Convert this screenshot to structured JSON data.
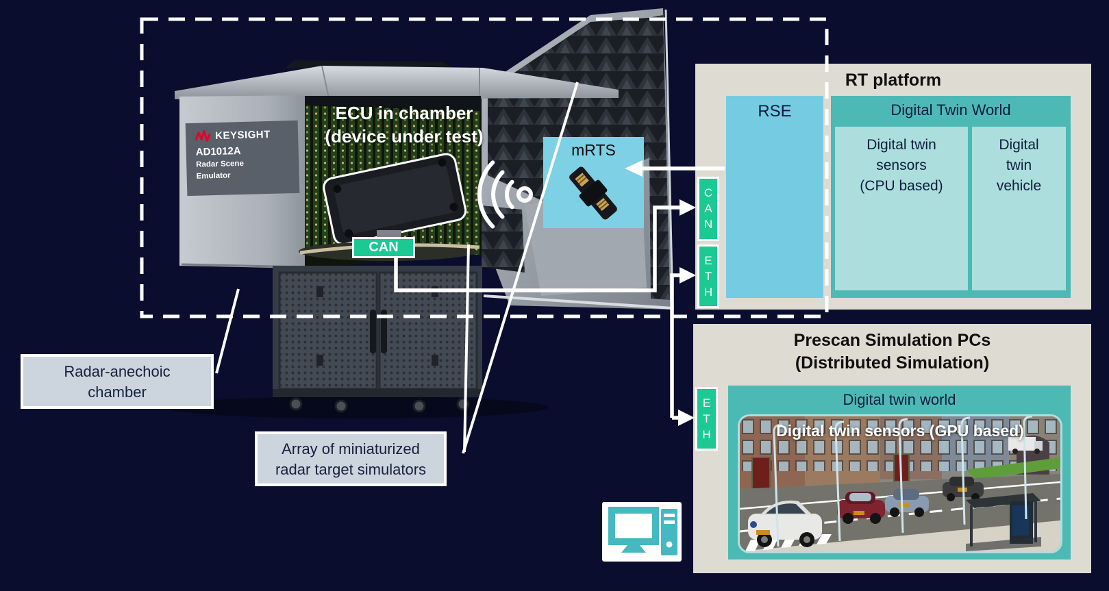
{
  "bg_color": "#0a0d2d",
  "colors": {
    "green": "#1cc993",
    "teal": "#4db9b5",
    "light_teal": "#abdedc",
    "rse_blue": "#75cce2",
    "mrts_blue": "#7ed0e4",
    "panel_beige": "#dedcd2",
    "callout_gray": "#ccd5de",
    "navy_text": "#0e1b3d",
    "keysight_red": "#e90029",
    "icon_teal": "#45b8c0"
  },
  "chamber": {
    "brand": "KEYSIGHT",
    "model": "AD1012A",
    "product": [
      "Radar Scene",
      "Emulator"
    ],
    "overlay_title": [
      "ECU in chamber",
      "(device under test)"
    ],
    "can_tag": "CAN"
  },
  "mrts": {
    "label": "mRTS"
  },
  "callout_labels": {
    "chamber_label": [
      "Radar-anechoic",
      "chamber"
    ],
    "array_label": [
      "Array of miniaturized",
      "radar target simulators"
    ]
  },
  "rt_platform": {
    "title": "RT platform",
    "rse": "RSE",
    "digital_twin_world": "Digital Twin World",
    "sensors_cpu": [
      "Digital twin",
      "sensors",
      "(CPU based)"
    ],
    "vehicle": [
      "Digital",
      "twin",
      "vehicle"
    ],
    "can_port": [
      "C",
      "A",
      "N"
    ],
    "eth_port": [
      "E",
      "T",
      "H"
    ]
  },
  "prescan": {
    "title": [
      "Prescan Simulation PCs",
      "(Distributed Simulation)"
    ],
    "digital_twin_world": "Digital twin world",
    "sensors_gpu": "Digital twin sensors (GPU based)",
    "eth_port": [
      "E",
      "T",
      "H"
    ]
  },
  "icons": {
    "computer": "desktop-pc-icon",
    "waves": "radar-waves-icon"
  }
}
